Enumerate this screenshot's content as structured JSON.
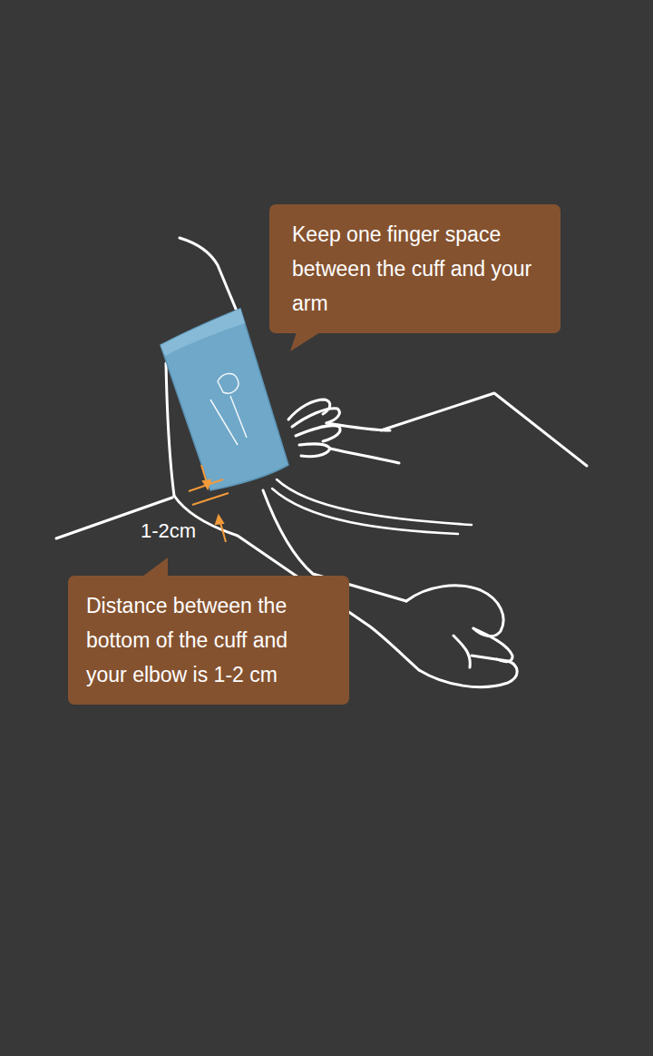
{
  "diagram": {
    "nodes": [
      {
        "text": [
          "Keep one finger space between the cuff and your arm"
        ]
      },
      {
        "text": [
          "Distance between the bottom of the cuff and your elbow is 1-2 cm"
        ]
      }
    ],
    "labels": [
      "1-2cm"
    ]
  }
}
